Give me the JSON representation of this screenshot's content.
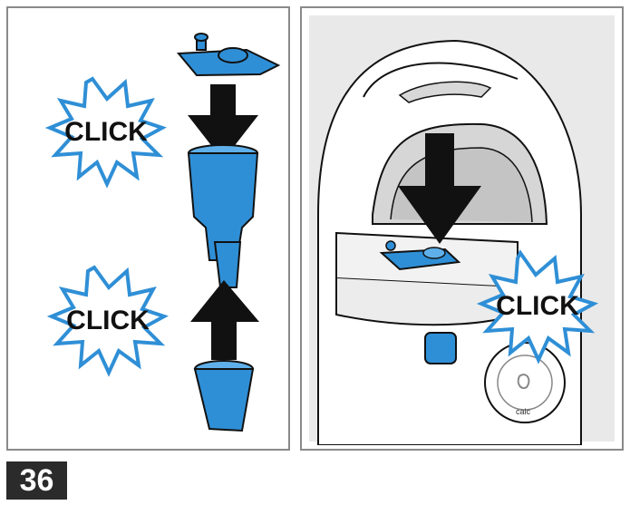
{
  "step_number": "36",
  "click_labels": [
    "CLICK",
    "CLICK",
    "CLICK"
  ],
  "dial_label": "calc",
  "colors": {
    "accent_blue": "#2f8fd6",
    "burst_outline": "#2f8fd6",
    "frame_gray": "#8a8a8a",
    "badge_bg": "#2b2b2b"
  },
  "icons": [
    "click-burst-icon",
    "down-arrow-icon",
    "up-arrow-icon",
    "water-filter-icon"
  ]
}
